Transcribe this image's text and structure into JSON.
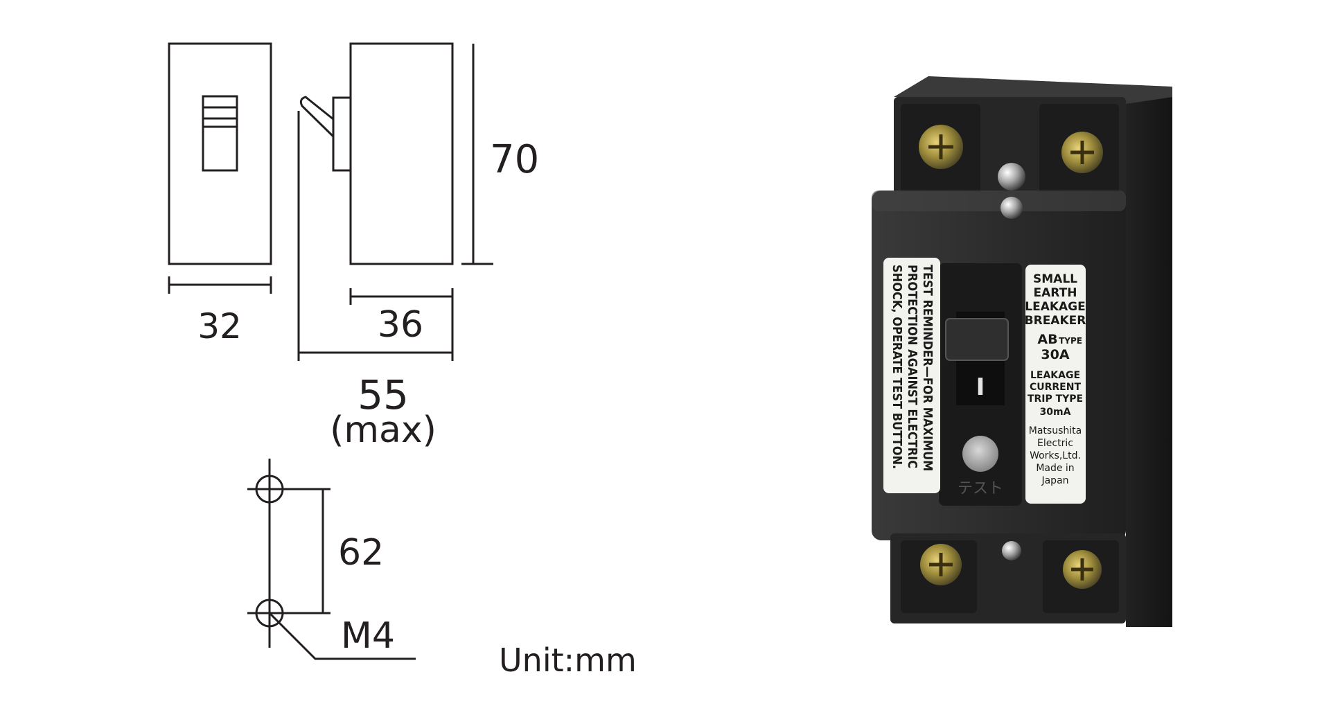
{
  "dimensions": {
    "front_width": "32",
    "side_depth": "36",
    "total_depth": "55",
    "total_depth_note": "(max)",
    "height": "70",
    "mount_pitch": "62",
    "screw": "M4"
  },
  "unit_label": "Unit:mm",
  "product_labels": {
    "left_lines": [
      "TEST REMINDER—FOR MAXIMUM",
      "PROTECTION AGAINST ELECTRIC",
      "SHOCK, OPERATE TEST BUTTON."
    ],
    "right_lines": [
      "SMALL",
      "EARTH",
      "LEAKAGE",
      "BREAKER"
    ],
    "type_prefix": "AB",
    "type_word": "TYPE",
    "rating": "30A",
    "trip_lines": [
      "LEAKAGE",
      "CURRENT",
      "TRIP TYPE",
      "30mA"
    ],
    "maker_lines": [
      "Matsushita",
      "Electric",
      "Works,Ltd.",
      "Made in",
      "Japan"
    ],
    "test_button": "テスト",
    "switch_on_mark": "I"
  },
  "colors": {
    "line": "#231f20",
    "body": "#2b2b2b",
    "body_dark": "#1a1a1a",
    "label_bg": "#f2f2ee"
  }
}
